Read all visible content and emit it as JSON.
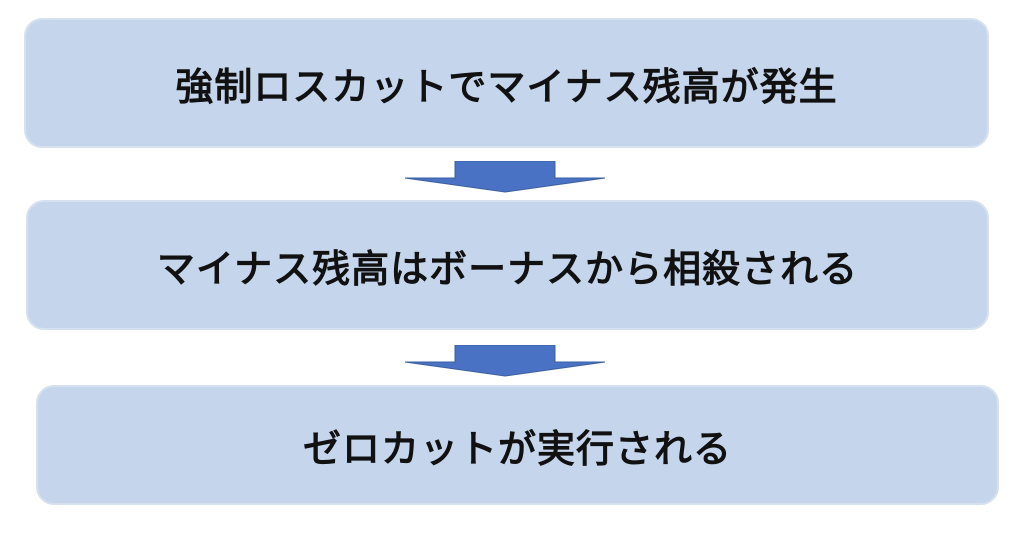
{
  "flow": {
    "steps": [
      {
        "label": "強制ロスカットでマイナス残高が発生"
      },
      {
        "label": "マイナス残高はボーナスから相殺される"
      },
      {
        "label": "ゼロカットが実行される"
      }
    ],
    "arrow_color": "#4a72c4",
    "arrow_border_color": "#3c5f9f",
    "box_color": "#c5d6ec"
  }
}
